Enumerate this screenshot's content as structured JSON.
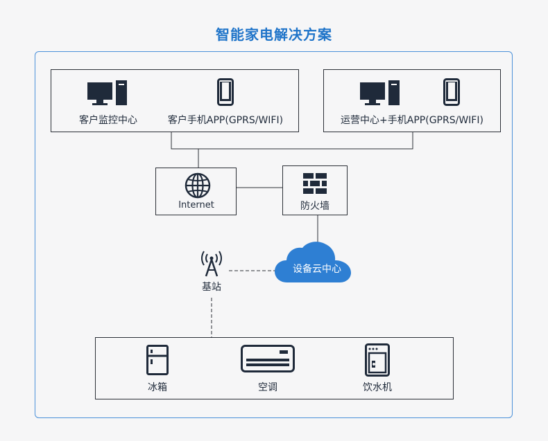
{
  "title": "智能家电解决方案",
  "nodes": {
    "customer_monitor": "客户监控中心",
    "customer_app": "客户手机APP(GPRS/WIFI)",
    "ops_center": "运营中心+手机APP(GPRS/WIFI)",
    "internet": "Internet",
    "firewall": "防火墙",
    "cloud": "设备云中心",
    "base_station": "基站",
    "fridge": "冰箱",
    "ac": "空调",
    "water_dispenser": "饮水机"
  },
  "colors": {
    "accent": "#1f74c9",
    "cloud": "#2e7fd3",
    "line": "#2b2f36"
  }
}
